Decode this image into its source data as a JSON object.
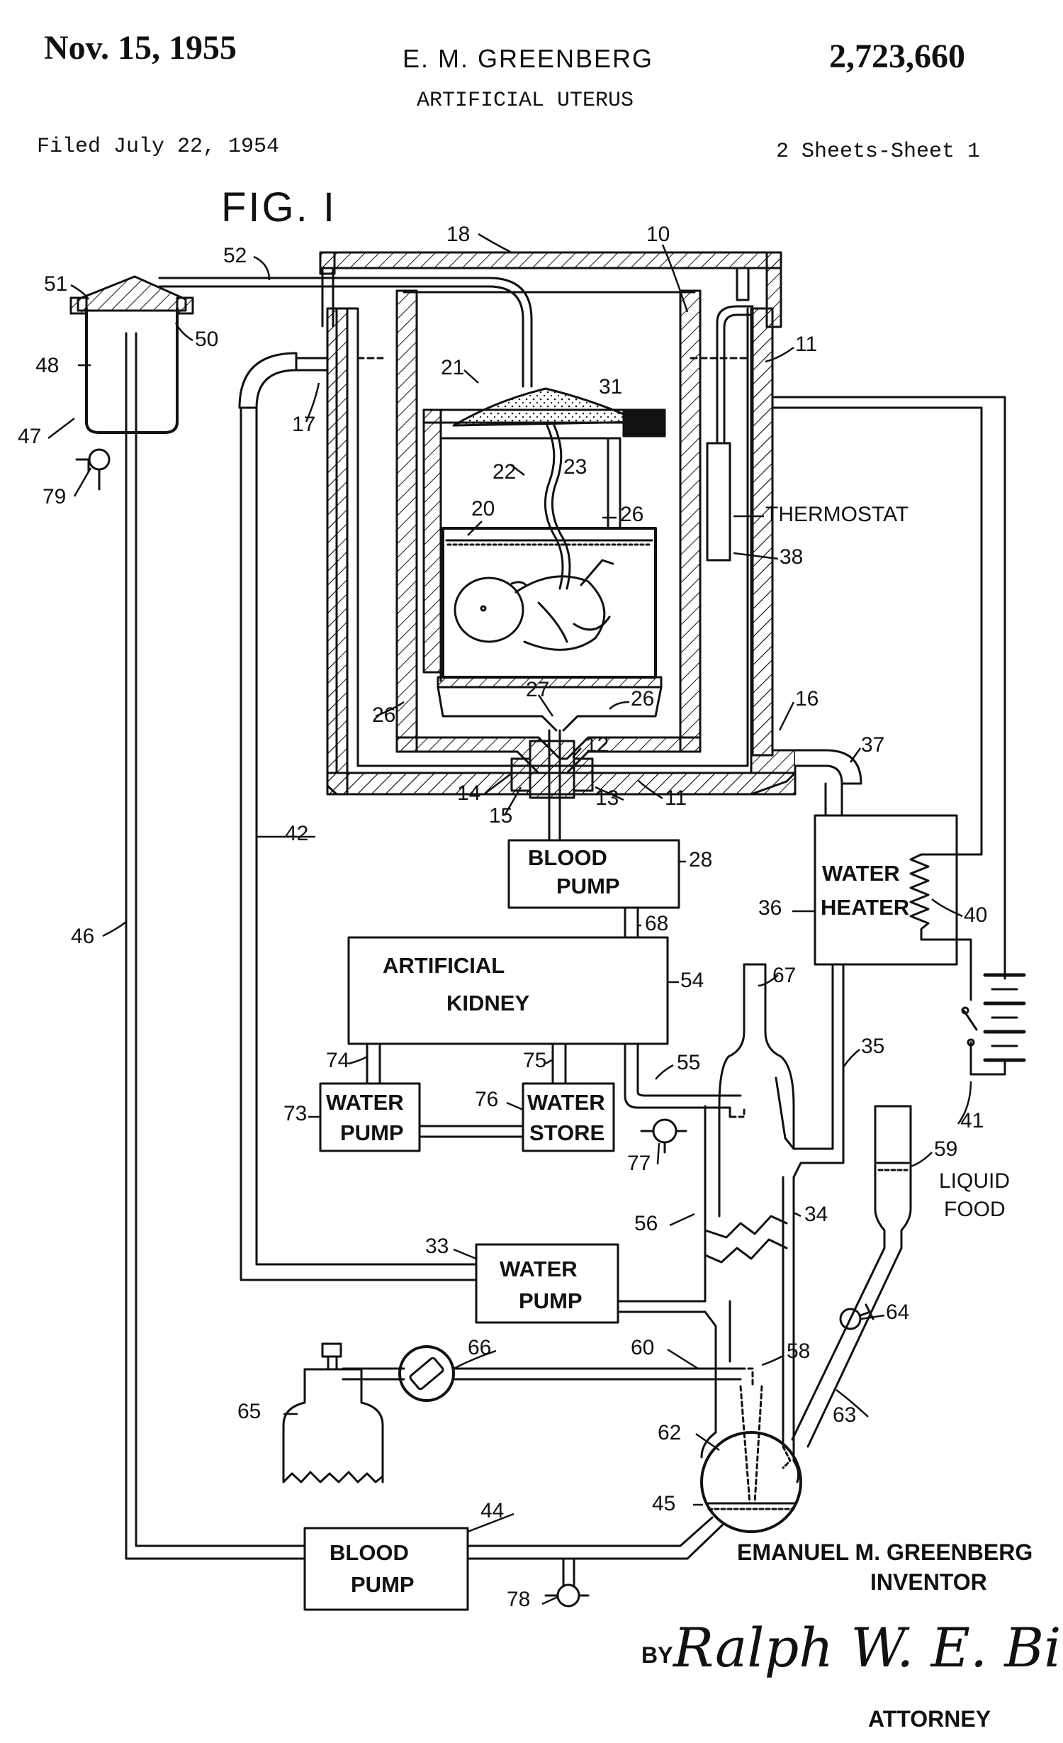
{
  "header": {
    "date": "Nov. 15, 1955",
    "inventor_name": "E. M. GREENBERG",
    "title": "ARTIFICIAL UTERUS",
    "patent_number": "2,723,660",
    "filed": "Filed July 22, 1954",
    "sheets": "2 Sheets-Sheet 1"
  },
  "figure": {
    "label": "FIG. I",
    "boxes": {
      "blood_pump_top": [
        "BLOOD",
        "PUMP"
      ],
      "artificial_kidney": [
        "ARTIFICIAL",
        "KIDNEY"
      ],
      "water_pump_left": [
        "WATER",
        "PUMP"
      ],
      "water_store": [
        "WATER",
        "STORE"
      ],
      "water_heater": [
        "WATER",
        "HEATER"
      ],
      "water_pump_mid": [
        "WATER",
        "PUMP"
      ],
      "blood_pump_bottom": [
        "BLOOD",
        "PUMP"
      ]
    },
    "labels": {
      "thermostat": "THERMOSTAT",
      "liquid_food": [
        "LIQUID",
        "FOOD"
      ]
    },
    "refs": {
      "r10": "10",
      "r11a": "11",
      "r11b": "11",
      "r12": "12",
      "r13": "13",
      "r14": "14",
      "r15": "15",
      "r16": "16",
      "r17": "17",
      "r18": "18",
      "r20": "20",
      "r21": "21",
      "r22": "22",
      "r23": "23",
      "r26a": "26",
      "r26b": "26",
      "r26c": "26",
      "r27": "27",
      "r28": "28",
      "r31": "31",
      "r33": "33",
      "r34": "34",
      "r35": "35",
      "r36": "36",
      "r37": "37",
      "r38": "38",
      "r40": "40",
      "r41": "41",
      "r42": "42",
      "r44": "44",
      "r45": "45",
      "r46": "46",
      "r47": "47",
      "r48": "48",
      "r50": "50",
      "r51": "51",
      "r52": "52",
      "r54": "54",
      "r55": "55",
      "r56": "56",
      "r58": "58",
      "r59": "59",
      "r60": "60",
      "r62": "62",
      "r63": "63",
      "r64": "64",
      "r65": "65",
      "r66": "66",
      "r67": "67",
      "r68": "68",
      "r73": "73",
      "r74": "74",
      "r75": "75",
      "r76": "76",
      "r77": "77",
      "r78": "78",
      "r79": "79"
    }
  },
  "signature": {
    "inventor": "EMANUEL M. GREENBERG",
    "inventor_role": "INVENTOR",
    "by": "BY",
    "attorney_signature": "Ralph W. E. Bitner",
    "attorney_role": "ATTORNEY"
  },
  "colors": {
    "ink": "#111111",
    "paper": "#ffffff"
  }
}
